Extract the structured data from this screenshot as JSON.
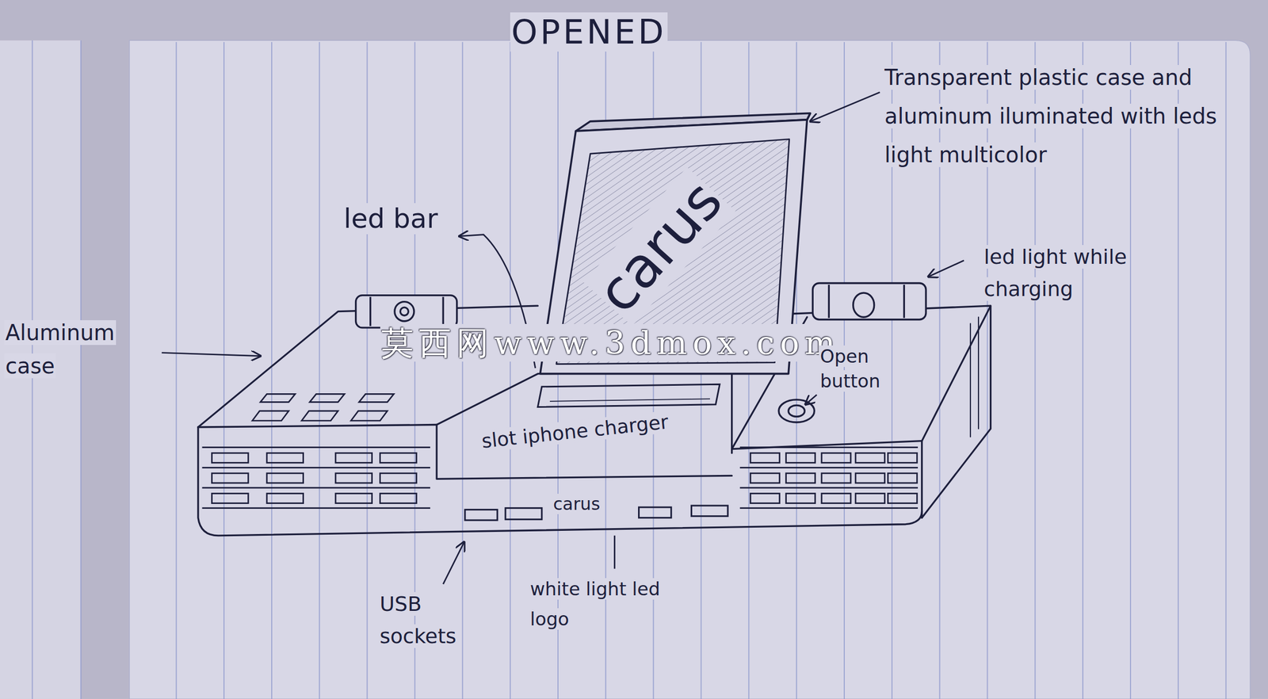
{
  "diagram": {
    "title": "OPENED",
    "labels": [
      "Transparent plastic case and aluminum iluminated with leds light multicolor",
      "led bar",
      "led light while charging",
      "Aluminum case",
      "carus",
      "莫西网www.3dmox.com",
      "Open button",
      "slot iphone charger",
      "carus",
      "white light led logo",
      "USB sockets"
    ]
  }
}
